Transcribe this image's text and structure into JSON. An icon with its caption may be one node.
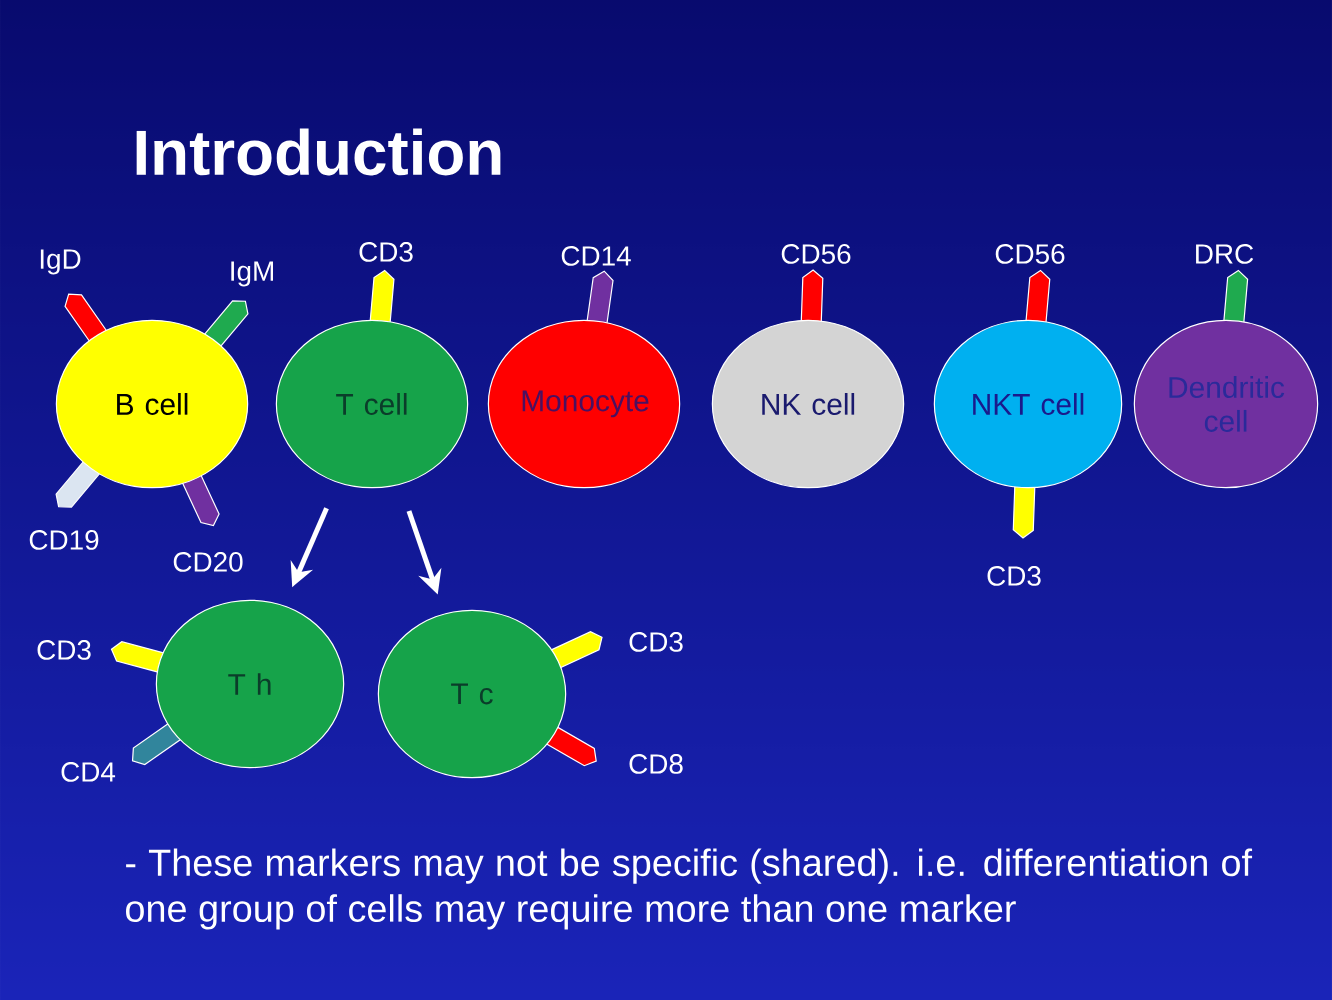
{
  "diagram": {
    "title": "Introduction",
    "nodes": [
      {
        "text": [
          "B cell"
        ],
        "beside": [
          "IgD",
          "IgM",
          "CD19"
        ]
      },
      {
        "text": [
          "T cell"
        ],
        "beside": [
          "CD3"
        ]
      },
      {
        "text": [
          "Monocyte"
        ],
        "beside": [
          "CD14"
        ]
      },
      {
        "text": [
          "NK cell"
        ],
        "beside": [
          "CD56"
        ]
      },
      {
        "text": [
          "NKT cell"
        ],
        "beside": [
          "CD56",
          "CD3"
        ]
      },
      {
        "text": [
          "Dendritic cell"
        ],
        "beside": [
          "DRC"
        ]
      },
      {
        "text": [
          "T h"
        ],
        "beside": [
          "CD3",
          "CD4"
        ]
      },
      {
        "text": [
          "T c"
        ],
        "beside": [
          "CD3",
          "CD8"
        ]
      }
    ],
    "edges": [
      {
        "from": 1,
        "to": 6,
        "arrow": "to"
      },
      {
        "from": 1,
        "to": 7,
        "arrow": "to"
      }
    ],
    "labels": [
      "CD20"
    ],
    "caption": "- These markers may not be specific (shared). i.e. differentiation of one group of cells may require more than one marker"
  }
}
